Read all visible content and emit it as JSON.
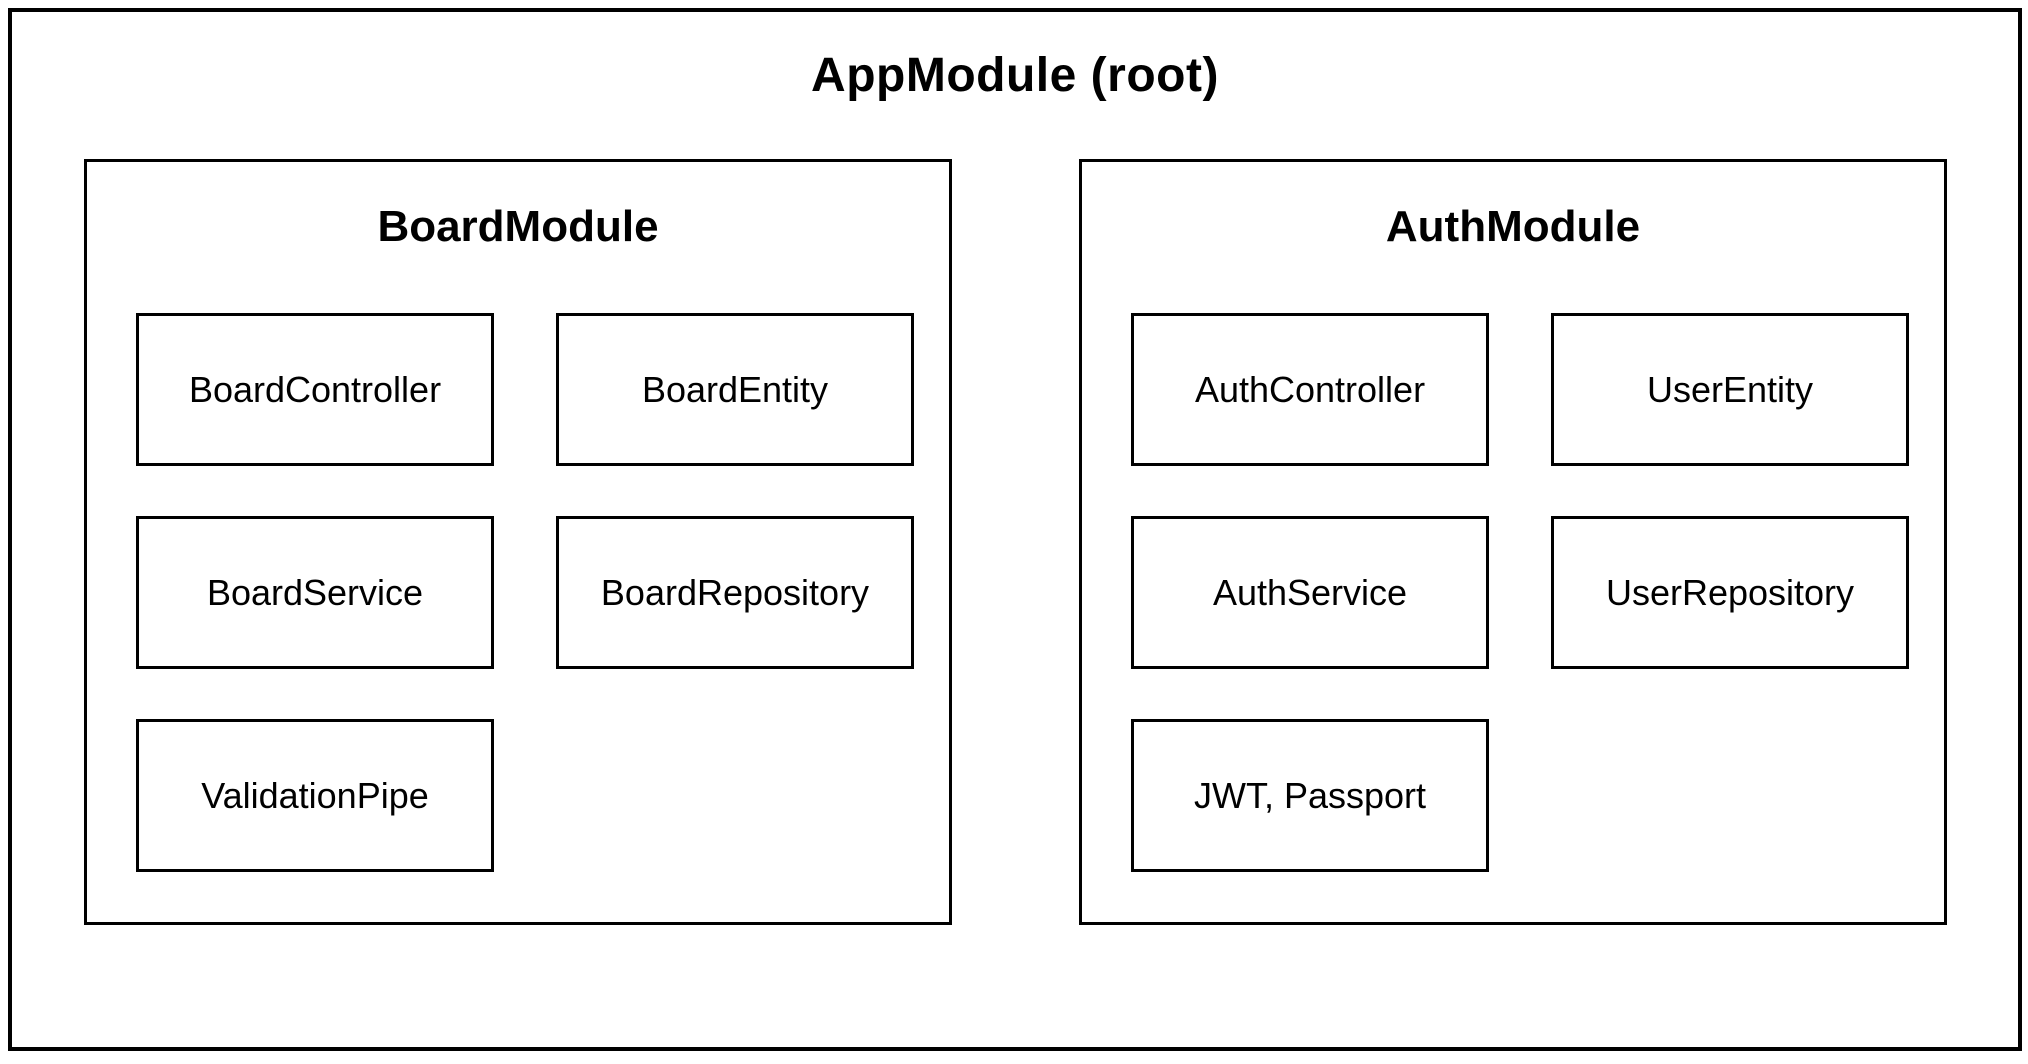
{
  "diagram": {
    "title": "AppModule (root)",
    "colors": {
      "background": "#ffffff",
      "border": "#000000",
      "text": "#000000"
    },
    "modules": [
      {
        "name": "BoardModule",
        "children": [
          "BoardController",
          "BoardEntity",
          "BoardService",
          "BoardRepository",
          "ValidationPipe"
        ]
      },
      {
        "name": "AuthModule",
        "children": [
          "AuthController",
          "UserEntity",
          "AuthService",
          "UserRepository",
          "JWT, Passport"
        ]
      }
    ]
  }
}
